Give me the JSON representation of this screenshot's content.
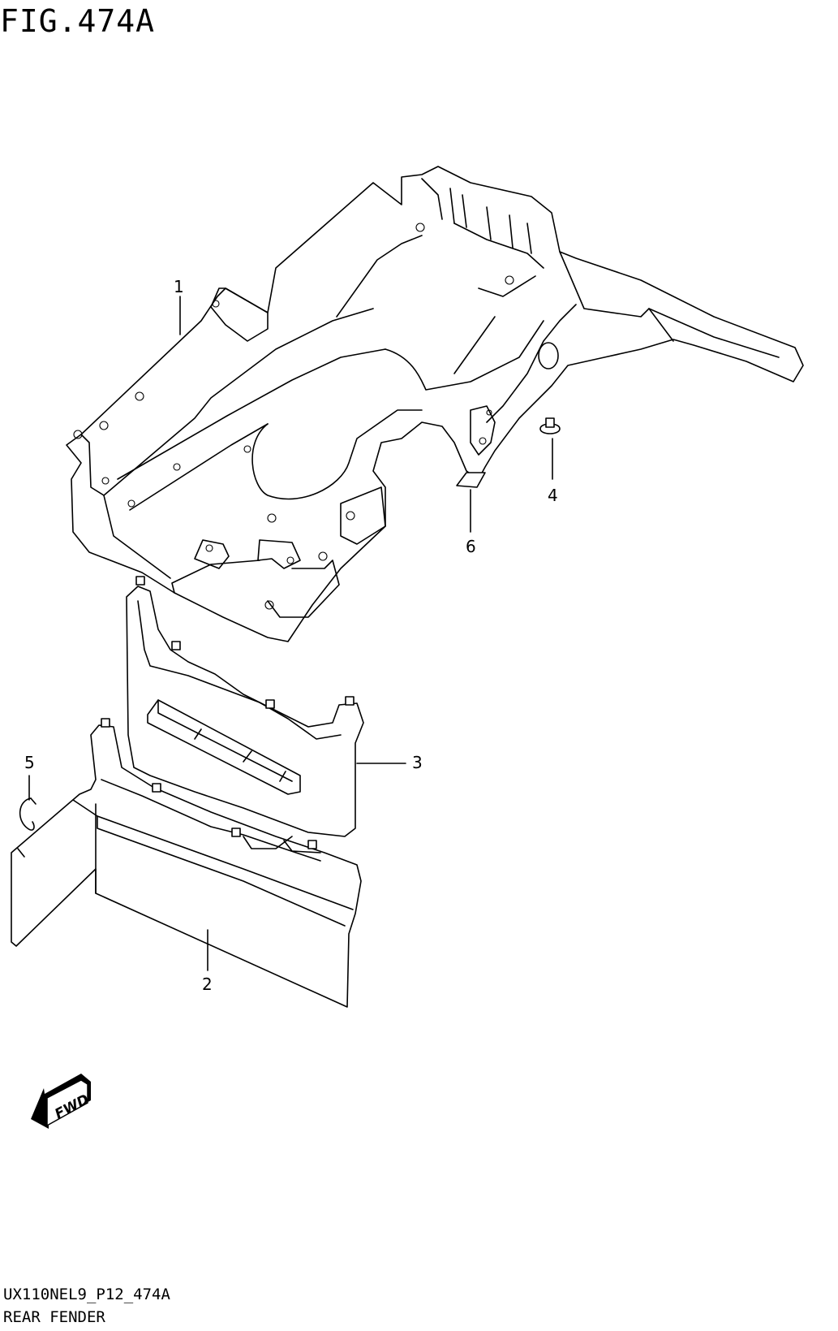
{
  "figure": {
    "title": "FIG.474A",
    "code": "UX110NEL9_P12_474A",
    "name": "REAR FENDER"
  },
  "callouts": [
    {
      "id": "1",
      "label": "1"
    },
    {
      "id": "2",
      "label": "2"
    },
    {
      "id": "3",
      "label": "3"
    },
    {
      "id": "4",
      "label": "4"
    },
    {
      "id": "5",
      "label": "5"
    },
    {
      "id": "6",
      "label": "6"
    }
  ],
  "fwd_label": "FWD"
}
